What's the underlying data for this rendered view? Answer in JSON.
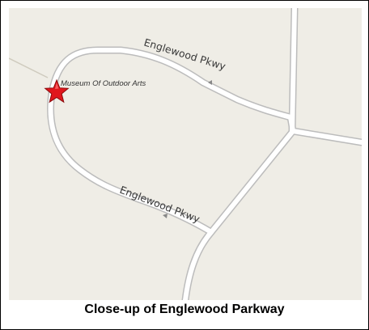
{
  "caption": "Close-up of Englewood Parkway",
  "map": {
    "roads": [
      {
        "label": "Englewood Pkwy"
      },
      {
        "label": "Englewood Pkwy"
      }
    ],
    "poi": {
      "label": "Museum Of Outdoor Arts",
      "marker_icon": "red-star-icon",
      "marker_color": "#e0161c"
    },
    "colors": {
      "land": "#efede6",
      "road_fill": "#ffffff",
      "road_casing": "#bcbcbc"
    }
  }
}
